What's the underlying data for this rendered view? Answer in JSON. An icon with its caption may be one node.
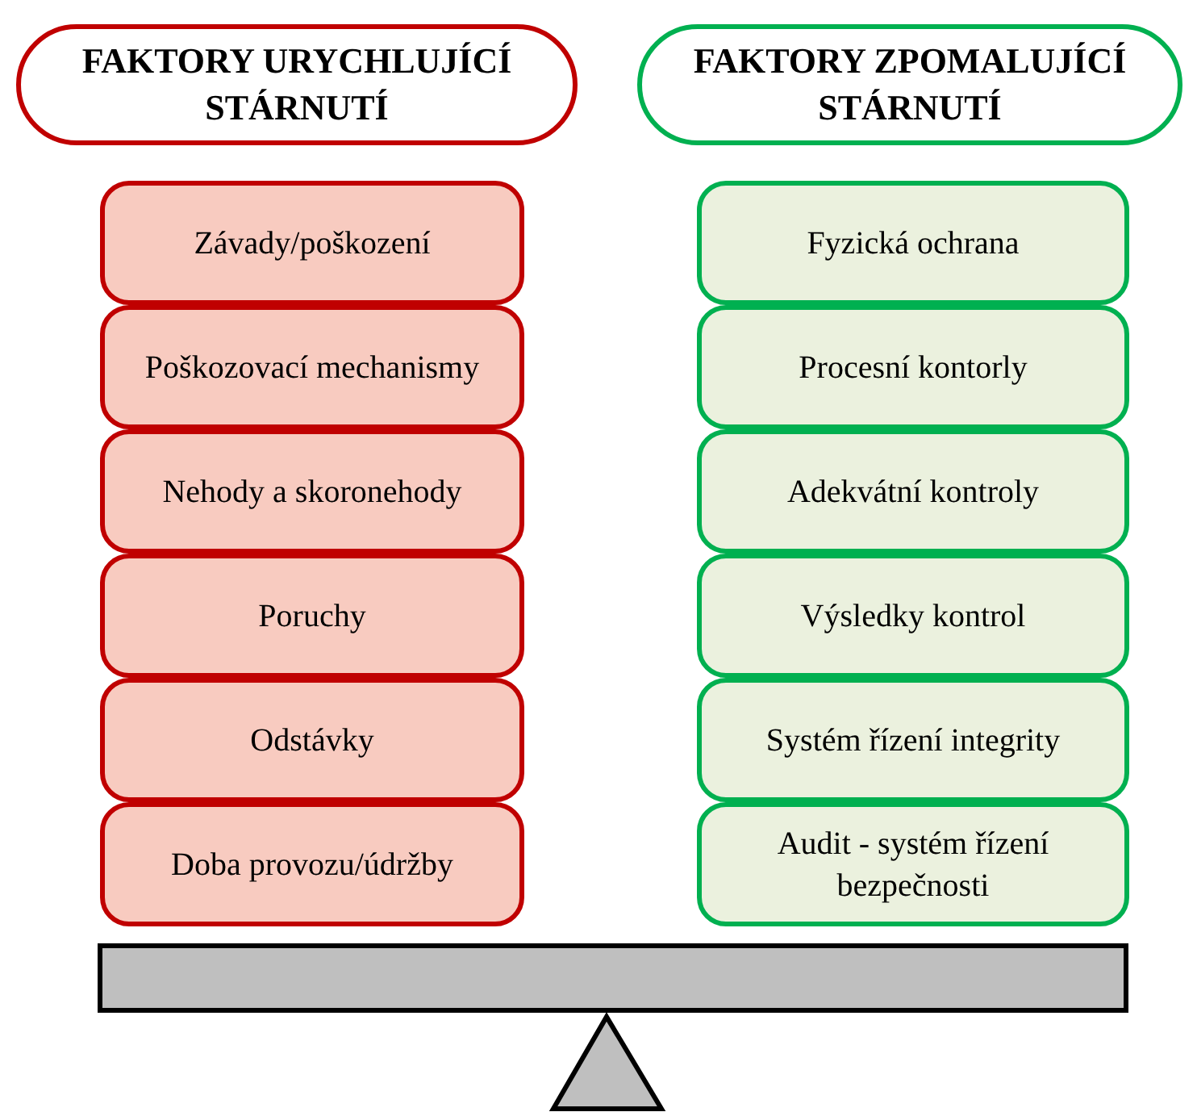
{
  "diagram": {
    "nodes": [
      {
        "text": [
          "FAKTORY URYCHLUJÍCÍ STÁRNUTÍ"
        ]
      },
      {
        "text": [
          "Závady/poškození"
        ]
      },
      {
        "text": [
          "Poškozovací mechanismy"
        ]
      },
      {
        "text": [
          "Nehody a skoronehody"
        ]
      },
      {
        "text": [
          "Poruchy"
        ]
      },
      {
        "text": [
          "Odstávky"
        ]
      },
      {
        "text": [
          "Doba provozu/údržby"
        ]
      },
      {
        "text": [
          "FAKTORY ZPOMALUJÍCÍ STÁRNUTÍ"
        ]
      },
      {
        "text": [
          "Fyzická ochrana"
        ]
      },
      {
        "text": [
          "Procesní kontorly"
        ]
      },
      {
        "text": [
          "Adekvátní kontroly"
        ]
      },
      {
        "text": [
          "Výsledky kontrol"
        ]
      },
      {
        "text": [
          "Systém řízení integrity"
        ]
      },
      {
        "text": [
          "Audit - systém řízení bezpečnosti"
        ]
      }
    ]
  }
}
